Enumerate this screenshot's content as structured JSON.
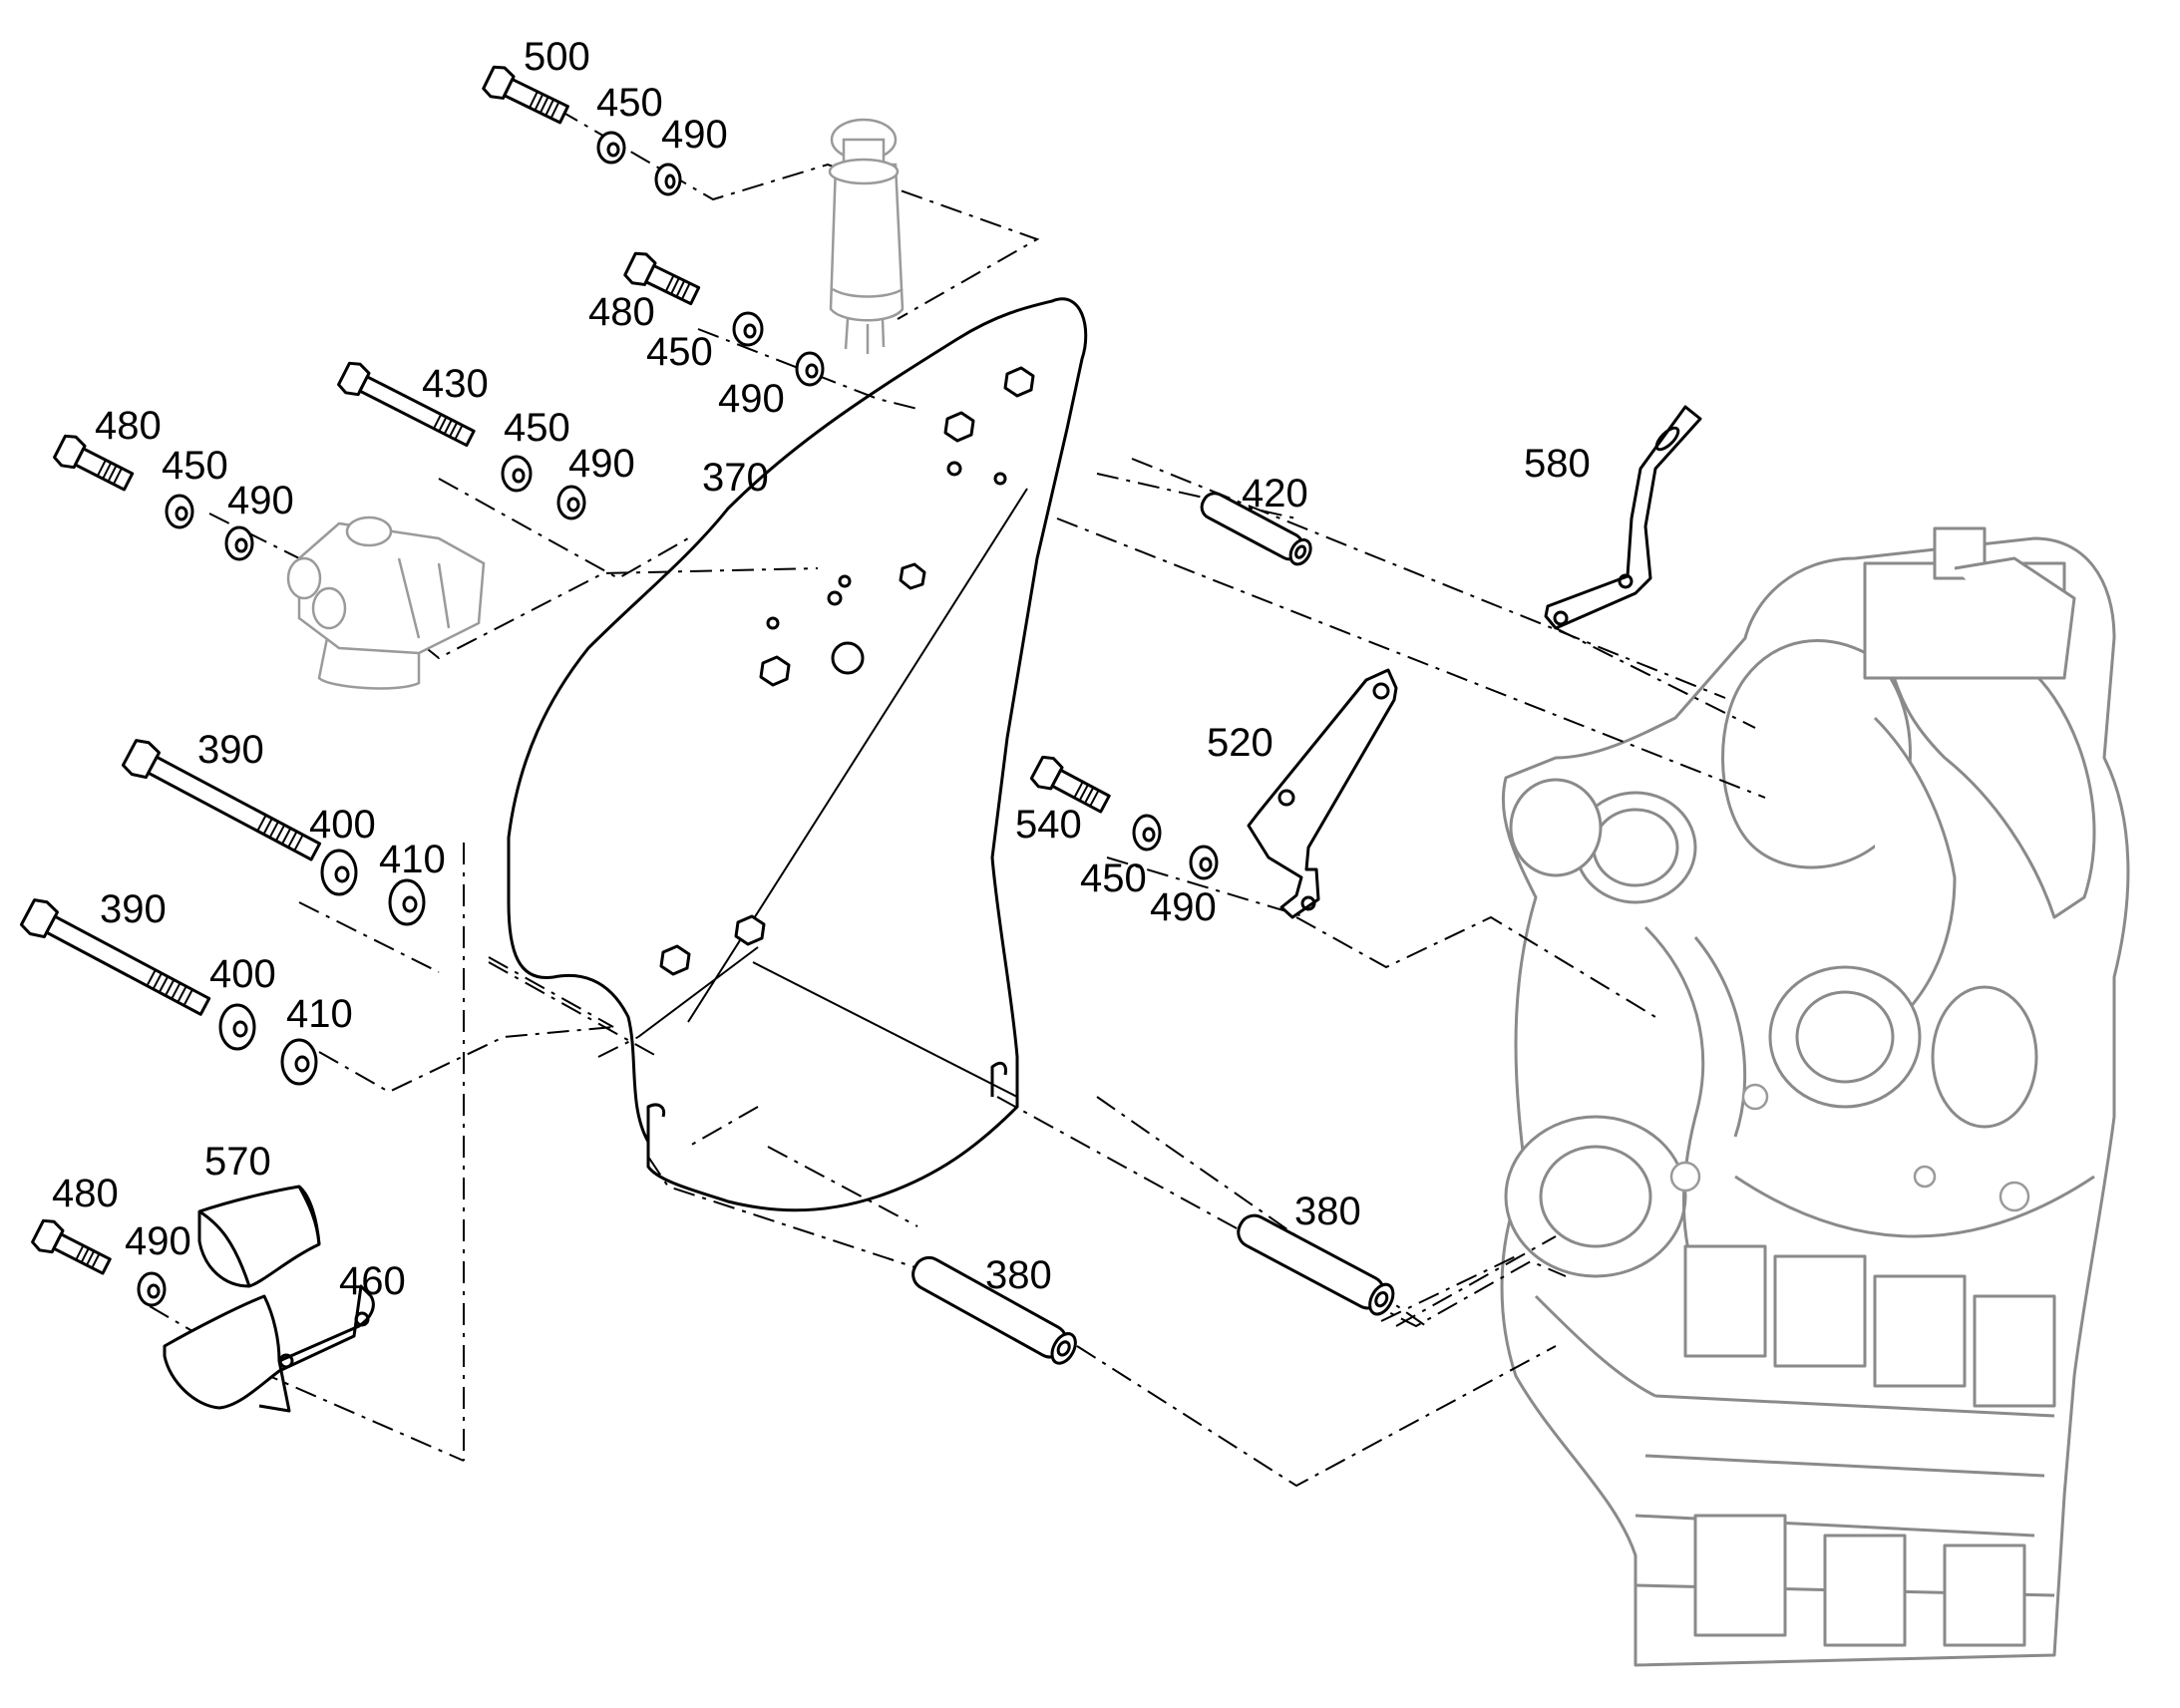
{
  "callouts": {
    "c500": "500",
    "c450_top": "450",
    "c490_top": "490",
    "c480_a": "480",
    "c450_a": "450",
    "c490_a": "490",
    "c430": "430",
    "c450_b": "450",
    "c490_b": "490",
    "c480_b": "480",
    "c450_c": "450",
    "c490_c": "490",
    "c370": "370",
    "c420": "420",
    "c580": "580",
    "c520": "520",
    "c540": "540",
    "c450_d": "450",
    "c490_d": "490",
    "c390_a": "390",
    "c400_a": "400",
    "c410_a": "410",
    "c390_b": "390",
    "c400_b": "400",
    "c410_b": "410",
    "c570": "570",
    "c480_c": "480",
    "c490_e": "490",
    "c460": "460",
    "c380_a": "380",
    "c380_b": "380"
  }
}
